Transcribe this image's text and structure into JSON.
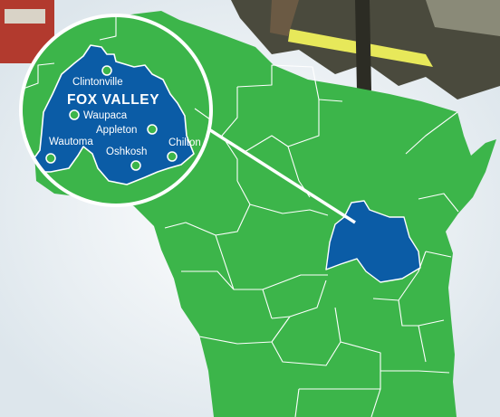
{
  "map": {
    "region_name": "FOX VALLEY",
    "colors": {
      "state_fill": "#3cb54a",
      "region_fill": "#0b5ca6",
      "outline": "#ffffff",
      "city_dot": "#3cb54a"
    },
    "inset_cities": [
      {
        "name": "Clintonville"
      },
      {
        "name": "Waupaca"
      },
      {
        "name": "Appleton"
      },
      {
        "name": "Wautoma"
      },
      {
        "name": "Chilton"
      },
      {
        "name": "Oshkosh"
      }
    ]
  }
}
